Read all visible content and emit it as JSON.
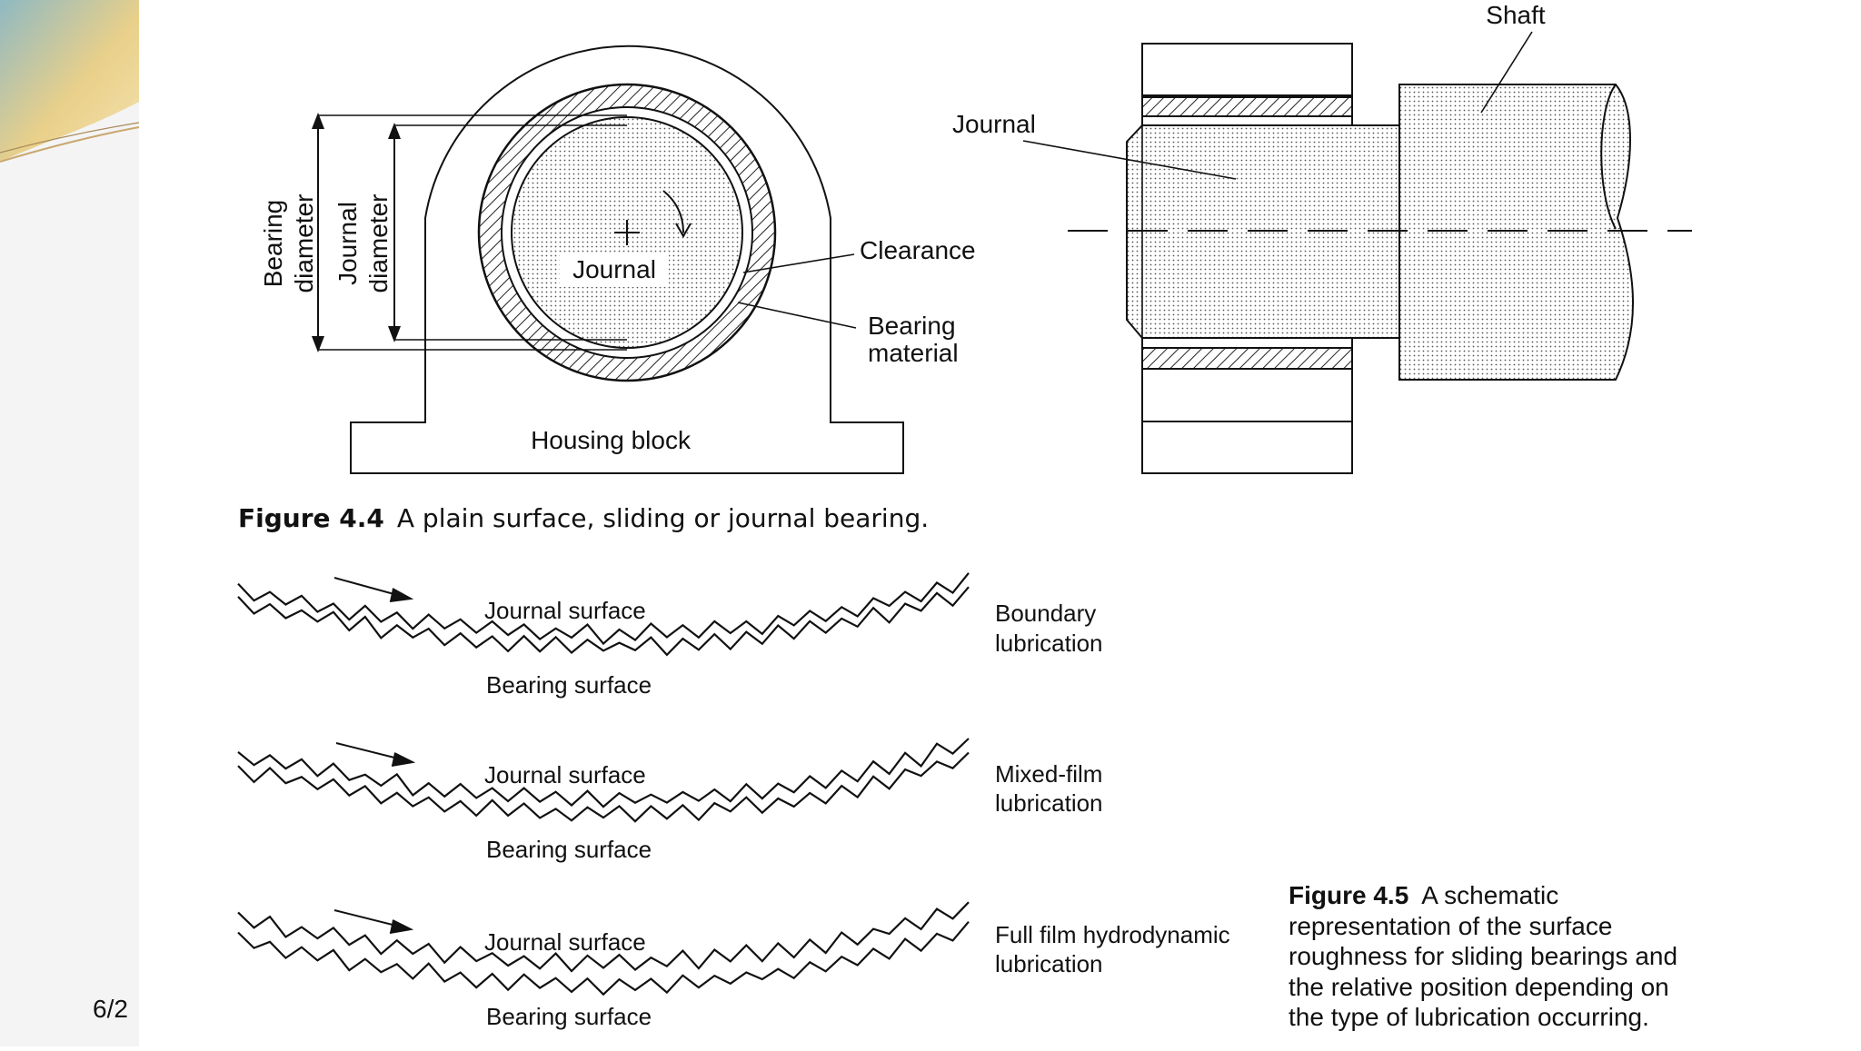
{
  "slide": {
    "date_fragment": "6/2"
  },
  "figure44": {
    "caption_number": "Figure 4.4",
    "caption_text": "A plain surface, sliding or journal bearing.",
    "left_view": {
      "journal": "Journal",
      "clearance": "Clearance",
      "bearing_material_line1": "Bearing",
      "bearing_material_line2": "material",
      "housing_block": "Housing block",
      "bearing_diameter_line1": "Bearing",
      "bearing_diameter_line2": "diameter",
      "journal_diameter_line1": "Journal",
      "journal_diameter_line2": "diameter"
    },
    "right_view": {
      "shaft": "Shaft",
      "journal": "Journal"
    }
  },
  "figure45": {
    "caption_number": "Figure 4.5",
    "caption_lines": [
      "A schematic",
      "representation of the surface",
      "roughness for sliding bearings and",
      "the relative position depending on",
      "the type of lubrication occurring."
    ],
    "rows": [
      {
        "journal_label": "Journal surface",
        "bearing_label": "Bearing surface",
        "type_line1": "Boundary",
        "type_line2": "lubrication"
      },
      {
        "journal_label": "Journal surface",
        "bearing_label": "Bearing surface",
        "type_line1": "Mixed-film",
        "type_line2": "lubrication"
      },
      {
        "journal_label": "Journal surface",
        "bearing_label": "Bearing surface",
        "type_line1": "Full film hydrodynamic",
        "type_line2": "lubrication"
      }
    ]
  }
}
